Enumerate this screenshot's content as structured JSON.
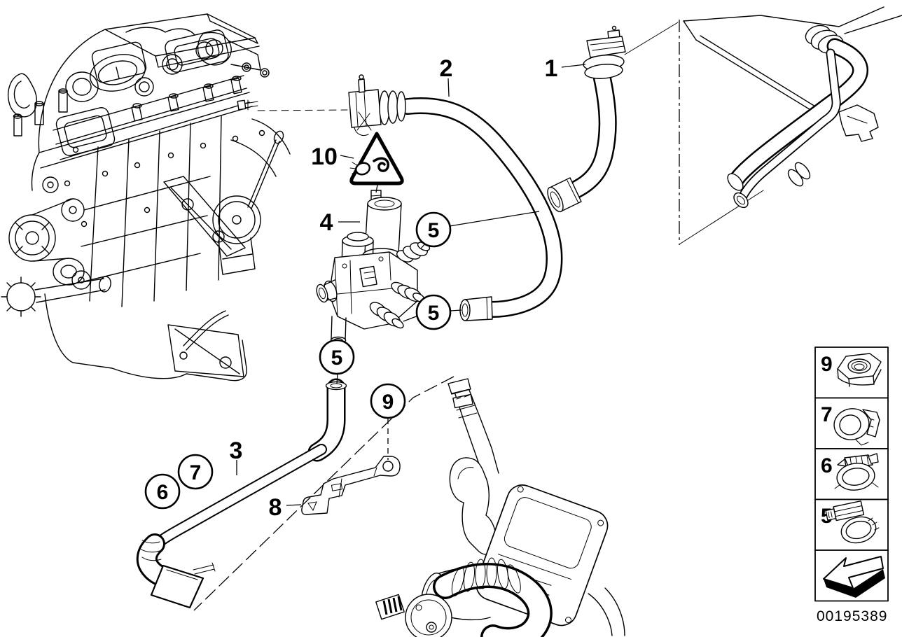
{
  "meta": {
    "background_color": "#ffffff",
    "line_color": "#000000",
    "drawing_type": "parts-exploded-diagram"
  },
  "callouts": {
    "n1": "1",
    "n2": "2",
    "n3": "3",
    "n4": "4",
    "n5a": "5",
    "n5b": "5",
    "n5c": "5",
    "n6": "6",
    "n7": "7",
    "n8": "8",
    "n9": "9",
    "n10": "10"
  },
  "symbols": {
    "warning_triangle": "pinch-hazard-warning-triangle-icon"
  },
  "legend": {
    "items": [
      {
        "label": "9",
        "icon": "hex-nut-icon"
      },
      {
        "label": "7",
        "icon": "hose-clip-icon"
      },
      {
        "label": "6",
        "icon": "profile-clamp-icon"
      },
      {
        "label": "5",
        "icon": "worm-drive-hose-clamp-icon"
      },
      {
        "label": "",
        "icon": "direction-arrow-icon"
      }
    ]
  },
  "footer": {
    "document_number": "00195389"
  }
}
